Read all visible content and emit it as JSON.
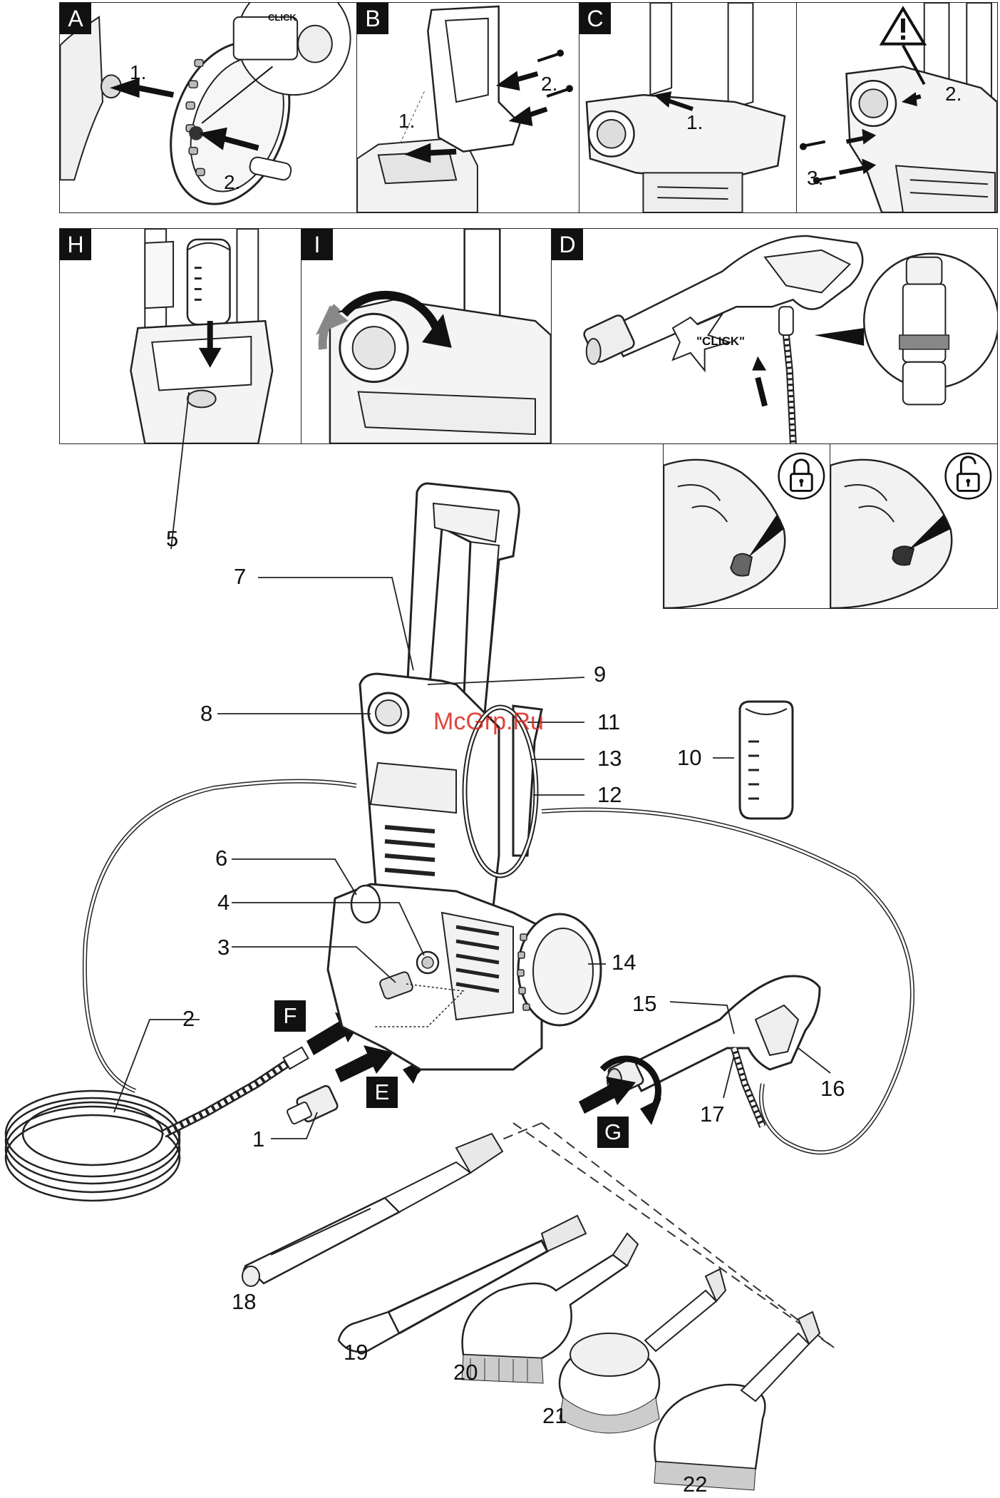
{
  "panels": {
    "A": {
      "letter": "A",
      "step1": "1.",
      "step2": "2.",
      "click": "CLICK"
    },
    "B": {
      "letter": "B",
      "step1": "1.",
      "step2": "2."
    },
    "C": {
      "letter": "C",
      "step1": "1."
    },
    "warn": {
      "step2": "2.",
      "step3": "3."
    },
    "H": {
      "letter": "H"
    },
    "I": {
      "letter": "I"
    },
    "D": {
      "letter": "D",
      "click": "\"CLICK\""
    }
  },
  "callouts": {
    "n1": "1",
    "n2": "2",
    "n3": "3",
    "n4": "4",
    "n5": "5",
    "n6": "6",
    "n7": "7",
    "n8": "8",
    "n9": "9",
    "n10": "10",
    "n11": "11",
    "n12": "12",
    "n13": "13",
    "n14": "14",
    "n15": "15",
    "n16": "16",
    "n17": "17",
    "n18": "18",
    "n19": "19",
    "n20": "20",
    "n21": "21",
    "n22": "22"
  },
  "step_letters": {
    "E": "E",
    "F": "F",
    "G": "G"
  },
  "watermark": "McGrp.Ru",
  "icons": [
    "lock-closed-icon",
    "lock-open-icon",
    "warning-icon",
    "arrow-icon",
    "rotate-arrow-icon"
  ]
}
